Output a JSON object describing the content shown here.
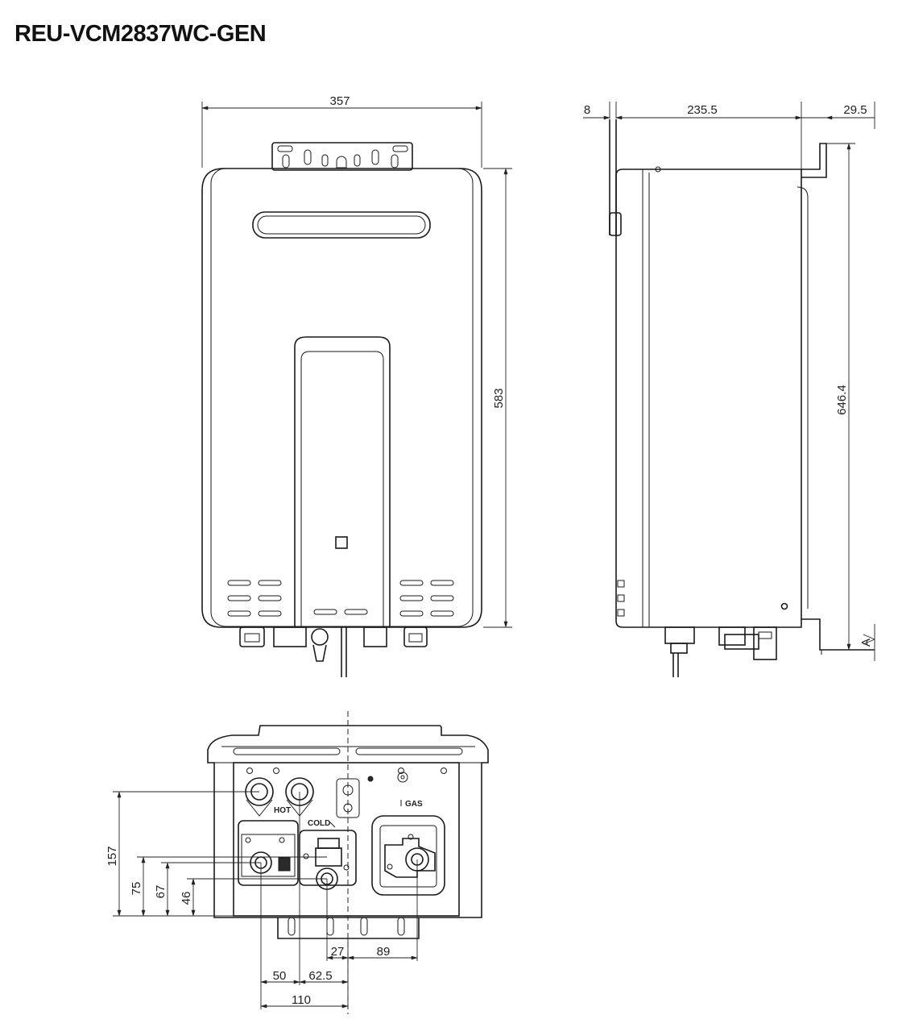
{
  "title": "REU-VCM2837WC-GEN",
  "front_view": {
    "width_dim": "357",
    "height_dim": "583"
  },
  "side_view": {
    "bracket_dim": "8",
    "depth_dim": "235.5",
    "offset_dim": "29.5",
    "height_dim": "646.4",
    "marker_label": "A"
  },
  "bottom_view": {
    "labels": {
      "hot": "HOT",
      "cold": "COLD",
      "gas": "GAS"
    },
    "vertical_dims": [
      "157",
      "75",
      "67",
      "46"
    ],
    "horizontal_dims": [
      "27",
      "89",
      "50",
      "62.5",
      "110"
    ]
  }
}
